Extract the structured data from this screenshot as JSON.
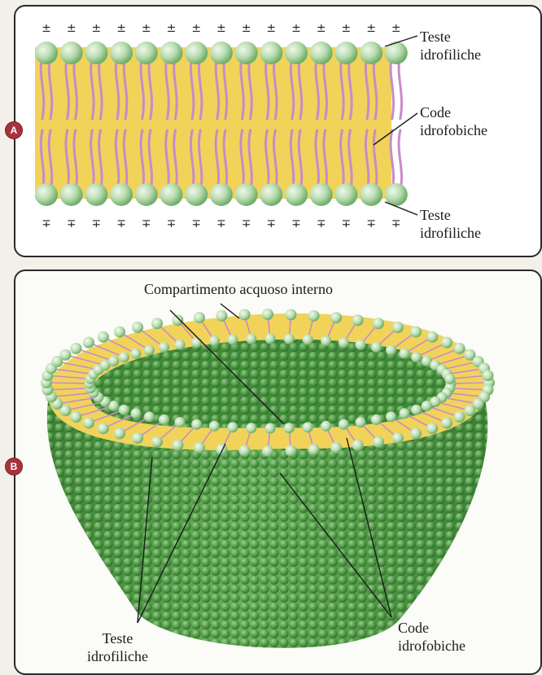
{
  "panel_a": {
    "badge": "A",
    "labels": {
      "top_heads_line1": "Teste",
      "top_heads_line2": "idrofiliche",
      "tails_line1": "Code",
      "tails_line2": "idrofobiche",
      "bottom_heads_line1": "Teste",
      "bottom_heads_line2": "idrofiliche"
    },
    "top_charge": "±",
    "bottom_charge": "∓"
  },
  "panel_b": {
    "badge": "B",
    "labels": {
      "inner_compartment": "Compartimento acquoso interno",
      "heads_line1": "Teste",
      "heads_line2": "idrofiliche",
      "tails_line1": "Code",
      "tails_line2": "idrofobiche"
    }
  },
  "colors": {
    "head_green": "#b9dcb0",
    "head_dark": "#6fae6a",
    "tail_yellow": "#f1d35a",
    "tail_purple": "#c98bc9",
    "vesicle_green": "#4f9a45",
    "badge_red": "#a8323c"
  }
}
